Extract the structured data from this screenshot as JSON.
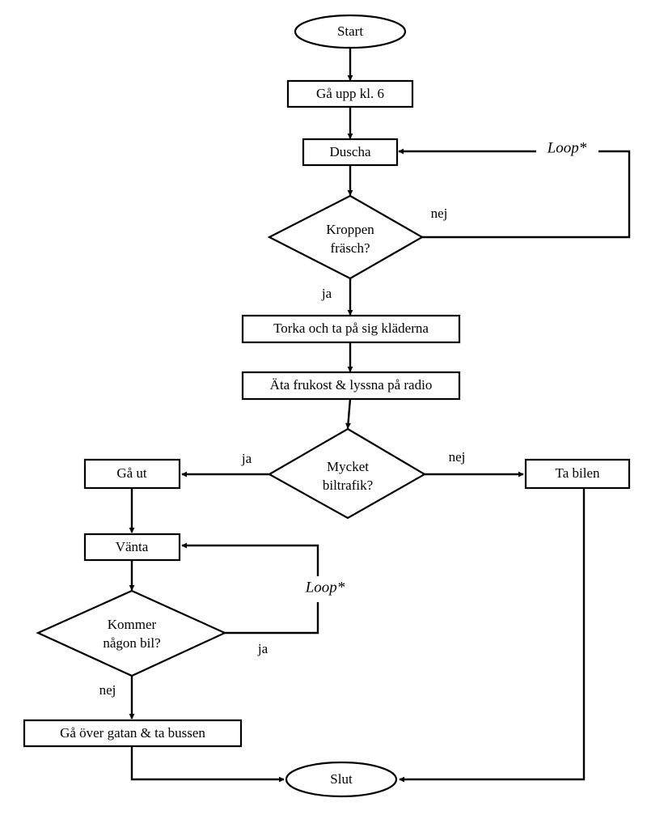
{
  "diagram": {
    "title": "Flowchart - Morning routine (Swedish)",
    "language": "sv",
    "colors": {
      "background": "#ffffff",
      "stroke": "#000000",
      "fill": "#ffffff",
      "text": "#000000"
    },
    "nodes": [
      {
        "id": "start",
        "type": "terminator",
        "label": "Start"
      },
      {
        "id": "wake",
        "type": "process",
        "label": "Gå upp kl. 6"
      },
      {
        "id": "shower",
        "type": "process",
        "label": "Duscha"
      },
      {
        "id": "fresh",
        "type": "decision",
        "label_line1": "Kroppen",
        "label_line2": "fräsch?"
      },
      {
        "id": "dry_dress",
        "type": "process",
        "label": "Torka och ta på sig kläderna"
      },
      {
        "id": "breakfast",
        "type": "process",
        "label": "Äta frukost & lyssna på radio"
      },
      {
        "id": "traffic",
        "type": "decision",
        "label_line1": "Mycket",
        "label_line2": "biltrafik?"
      },
      {
        "id": "go_out",
        "type": "process",
        "label": "Gå ut"
      },
      {
        "id": "take_car",
        "type": "process",
        "label": "Ta bilen"
      },
      {
        "id": "wait",
        "type": "process",
        "label": "Vänta"
      },
      {
        "id": "car_coming",
        "type": "decision",
        "label_line1": "Kommer",
        "label_line2": "någon bil?"
      },
      {
        "id": "cross_bus",
        "type": "process",
        "label": "Gå över gatan & ta bussen"
      },
      {
        "id": "end",
        "type": "terminator",
        "label": "Slut"
      }
    ],
    "edges": [
      {
        "from": "start",
        "to": "wake",
        "label": ""
      },
      {
        "from": "wake",
        "to": "shower",
        "label": ""
      },
      {
        "from": "shower",
        "to": "fresh",
        "label": ""
      },
      {
        "from": "fresh",
        "to": "shower",
        "label": "nej",
        "annotation": "Loop*"
      },
      {
        "from": "fresh",
        "to": "dry_dress",
        "label": "ja"
      },
      {
        "from": "dry_dress",
        "to": "breakfast",
        "label": ""
      },
      {
        "from": "breakfast",
        "to": "traffic",
        "label": ""
      },
      {
        "from": "traffic",
        "to": "go_out",
        "label": "ja"
      },
      {
        "from": "traffic",
        "to": "take_car",
        "label": "nej"
      },
      {
        "from": "go_out",
        "to": "wait",
        "label": ""
      },
      {
        "from": "wait",
        "to": "car_coming",
        "label": ""
      },
      {
        "from": "car_coming",
        "to": "wait",
        "label": "ja",
        "annotation": "Loop*"
      },
      {
        "from": "car_coming",
        "to": "cross_bus",
        "label": "nej"
      },
      {
        "from": "cross_bus",
        "to": "end",
        "label": ""
      },
      {
        "from": "take_car",
        "to": "end",
        "label": ""
      }
    ],
    "labels": {
      "start": "Start",
      "wake": "Gå upp kl. 6",
      "shower": "Duscha",
      "fresh_1": "Kroppen",
      "fresh_2": "fräsch?",
      "dry_dress": "Torka och ta på sig kläderna",
      "breakfast": "Äta frukost & lyssna på radio",
      "traffic_1": "Mycket",
      "traffic_2": "biltrafik?",
      "go_out": "Gå ut",
      "take_car": "Ta bilen",
      "wait": "Vänta",
      "car_coming_1": "Kommer",
      "car_coming_2": "någon bil?",
      "cross_bus": "Gå över gatan & ta bussen",
      "end": "Slut",
      "edge_nej_fresh": "nej",
      "edge_ja_fresh": "ja",
      "edge_ja_traffic": "ja",
      "edge_nej_traffic": "nej",
      "edge_ja_car": "ja",
      "edge_nej_car": "nej",
      "loop_top": "Loop*",
      "loop_bottom": "Loop*"
    }
  }
}
